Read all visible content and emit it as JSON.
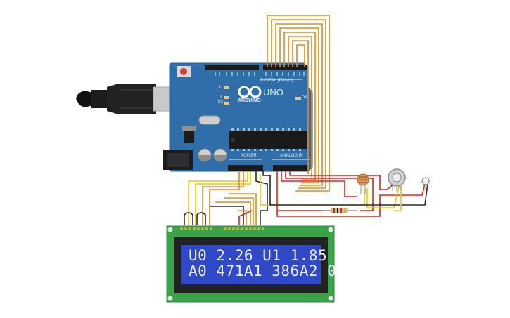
{
  "board": {
    "brand": "ARDUINO",
    "model": "UNO",
    "digital_label": "DIGITAL (PWM~)",
    "power_label": "POWER",
    "analog_label": "ANALOG IN",
    "on_label": "ON",
    "tx_label": "TX",
    "rx_label": "RX",
    "l_label": "L"
  },
  "lcd": {
    "line1": "U0 2.26 U1 1.85",
    "line2": "A0 471A1 386A2 0"
  },
  "colors": {
    "wire_orange": "#e8891c",
    "wire_red": "#e0241b",
    "wire_black": "#2a2a2a",
    "wire_yellow": "#f1c40f",
    "board_blue": "#2f6ea8",
    "lcd_green": "#3aa34a",
    "lcd_screen": "#2f49c9"
  },
  "components": {
    "ldr": "photoresistor-icon",
    "pot": "potentiometer-icon",
    "sensor": "temperature-sensor-icon",
    "resistor": "resistor-icon",
    "usb": "usb-cable-icon",
    "power_jack": "power-jack-icon"
  }
}
